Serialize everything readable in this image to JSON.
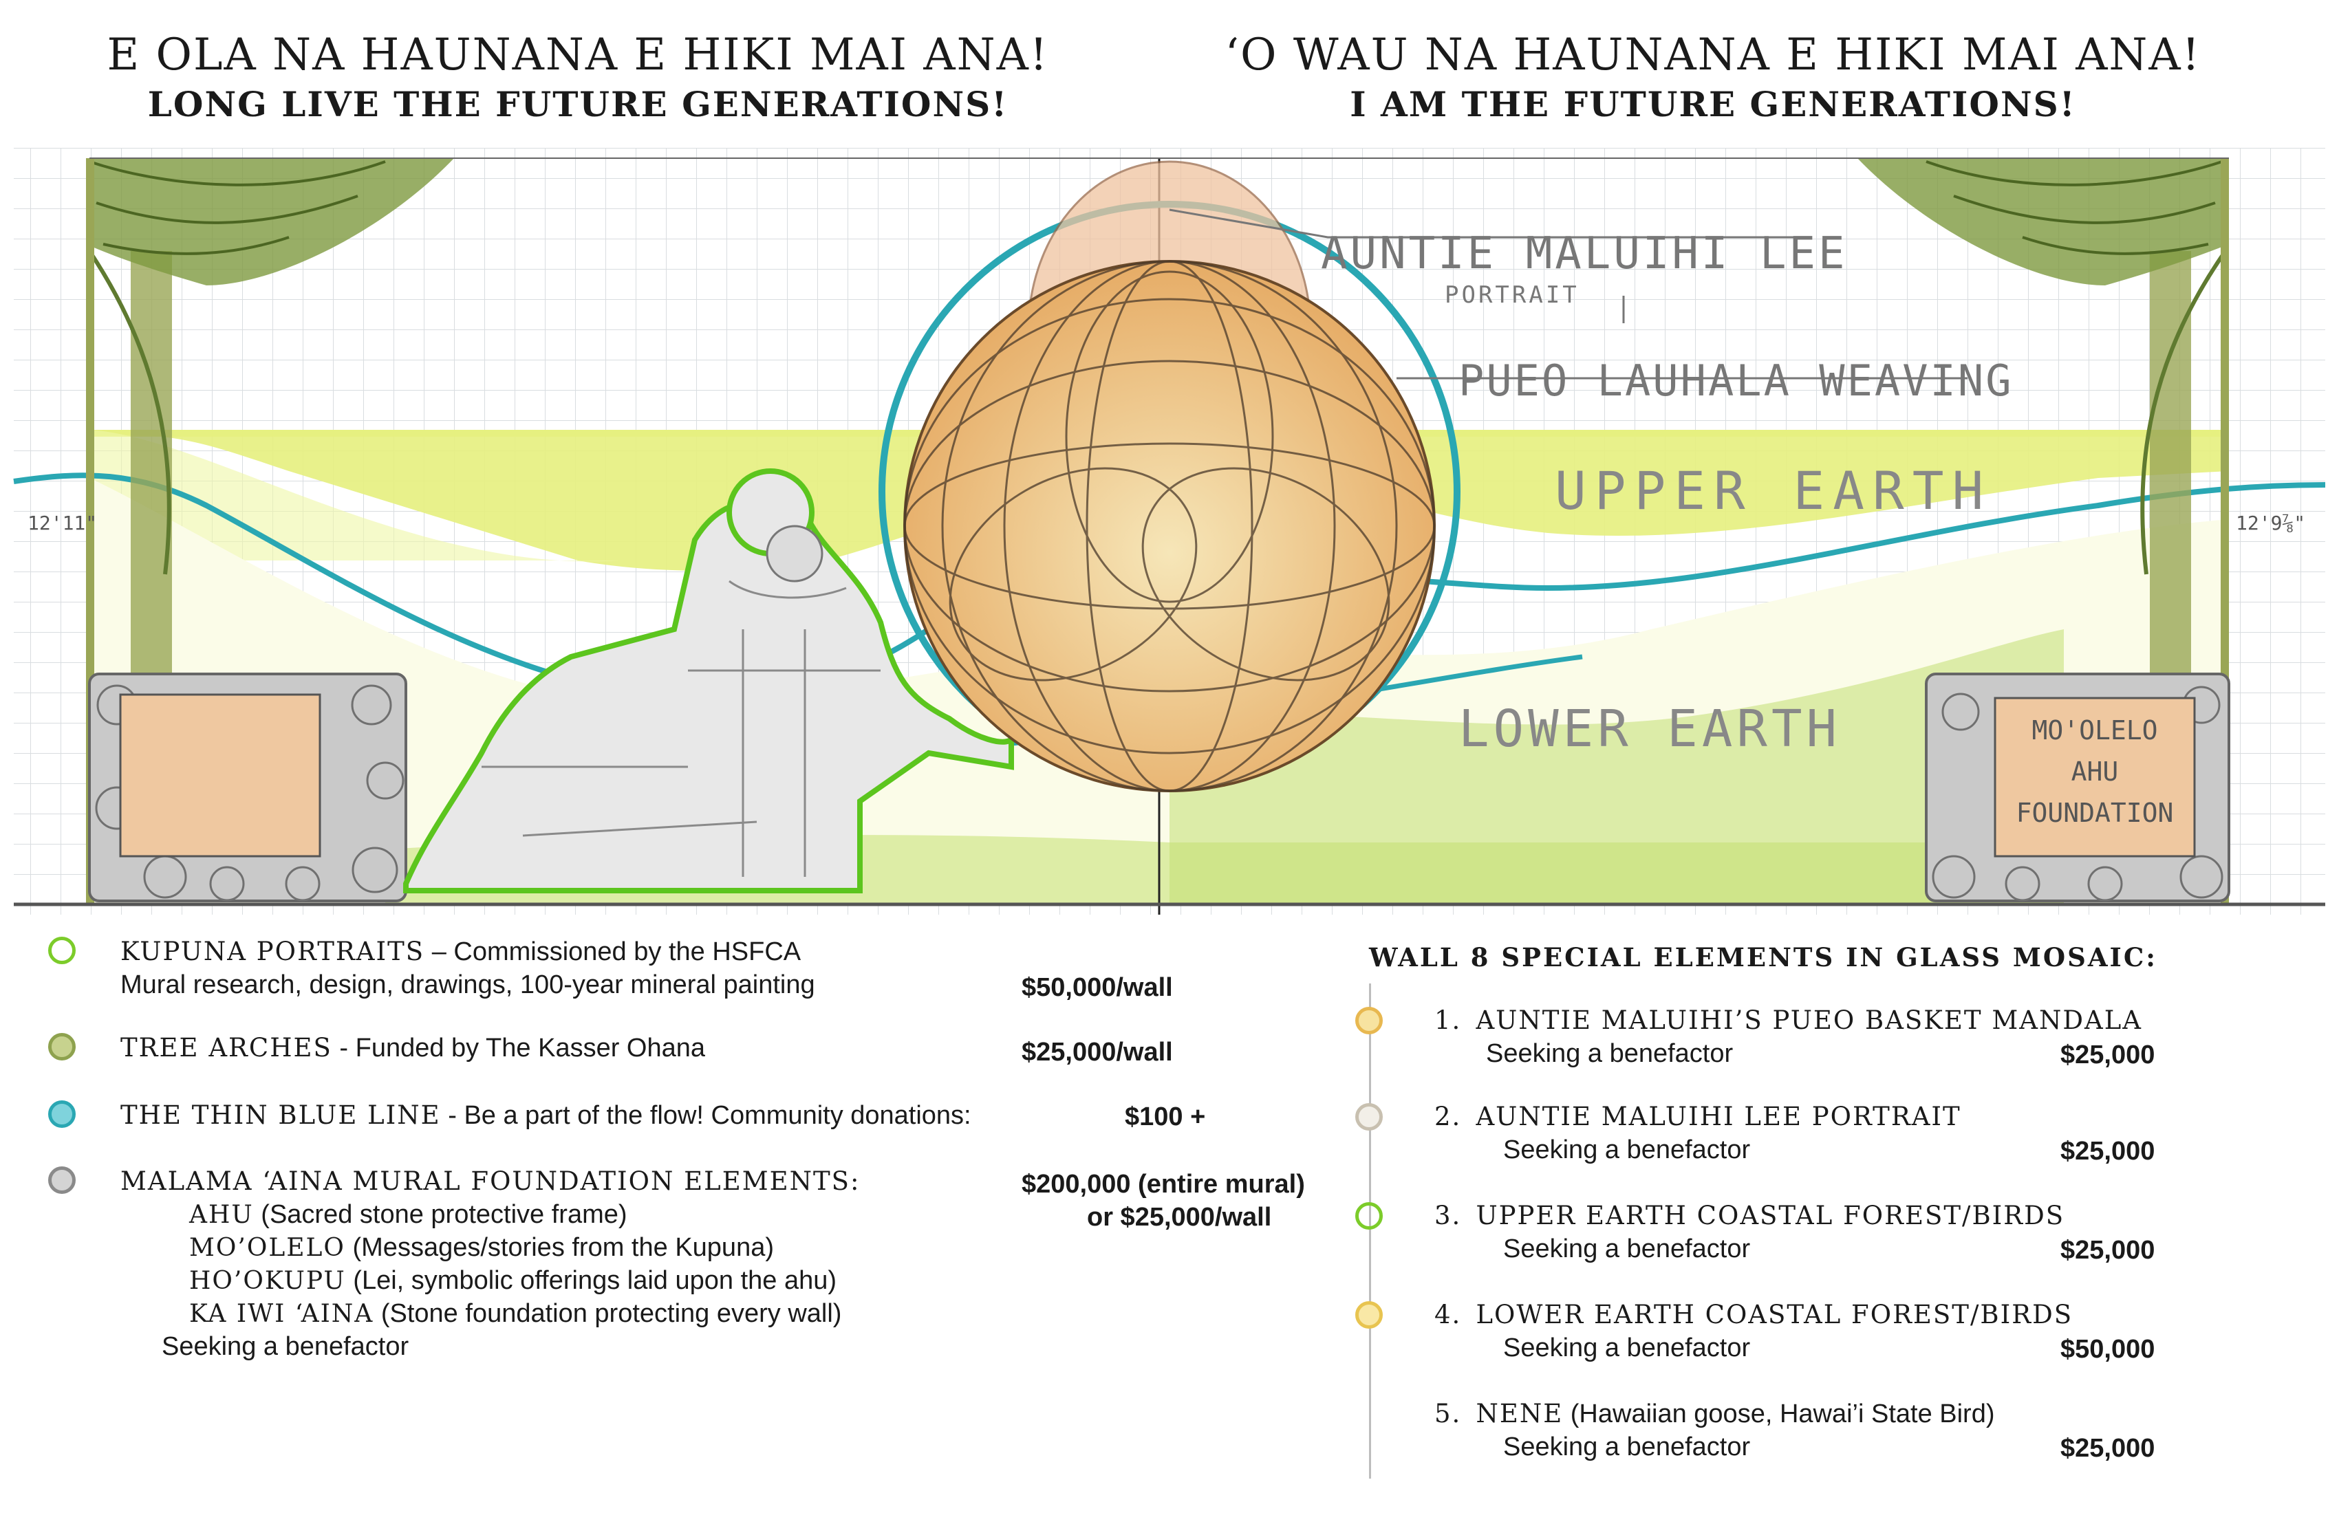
{
  "headings": {
    "left_main": "E OLA NA HAUNANA E HIKI MAI ANA!",
    "left_sub": "LONG LIVE THE FUTURE GENERATIONS!",
    "right_main": "‘O WAU NA HAUNANA E HIKI MAI ANA!",
    "right_sub": "I AM THE FUTURE GENERATIONS!"
  },
  "mural": {
    "labels": {
      "auntie": "AUNTIE MALUIHI LEE",
      "portrait": "PORTRAIT",
      "pueo": "PUEO LAUHALA WEAVING",
      "upper": "UPPER EARTH",
      "lower": "LOWER EARTH",
      "plaque_1": "MO'OLELO",
      "plaque_2": "AHU",
      "plaque_3": "FOUNDATION",
      "dim_left": "12'11\"",
      "dim_right": "12'9⅞\""
    },
    "colors": {
      "blue_line": "#2aa7b3",
      "upper_earth": "#e4ef7a",
      "lower_earth": "#b9d96a",
      "tree": "#8a9a4a",
      "stone": "#8c8c8c",
      "mandala": "#e9b06a",
      "figure_outline": "#5cc51e"
    }
  },
  "legend_left": {
    "kupuna": {
      "title": "KUPUNA PORTRAITS",
      "desc": " – Commissioned by the HSFCA",
      "line2": "Mural research, design, drawings, 100-year mineral painting",
      "price": "$50,000/wall",
      "dot": "#7ccc2a"
    },
    "tree": {
      "title": "TREE ARCHES",
      "desc": " - Funded by The Kasser Ohana",
      "price": "$25,000/wall",
      "dot": "#8ea24e"
    },
    "blue": {
      "title": "THE THIN BLUE LINE",
      "desc": " - Be a part of the flow!   Community donations:",
      "price": "$100 +",
      "dot": "#2aa7b3"
    },
    "malama": {
      "title": "MALAMA ‘AINA MURAL FOUNDATION ELEMENTS:",
      "price1": "$200,000 (entire mural)",
      "price2": "or $25,000/wall",
      "dot": "#8a8a8a",
      "items": [
        {
          "name": "AHU",
          "desc": " (Sacred stone protective frame)"
        },
        {
          "name": "MO’OLELO",
          "desc": " (Messages/stories from the Kupuna)"
        },
        {
          "name": "HO’OKUPU",
          "desc": " (Lei, symbolic offerings laid upon the ahu)"
        },
        {
          "name": "KA IWI ‘AINA",
          "desc": " (Stone foundation protecting every wall)"
        }
      ],
      "seeking": "Seeking a benefactor"
    }
  },
  "legend_right": {
    "title": "WALL 8  SPECIAL ELEMENTS IN GLASS MOSAIC:",
    "items": [
      {
        "num": "1.",
        "name": "AUNTIE MALUIHI’S PUEO BASKET MANDALA",
        "extra": "",
        "sub": "Seeking a benefactor",
        "price": "$25,000",
        "dot": "#f0c860"
      },
      {
        "num": "2.",
        "name": "AUNTIE MALUIHI LEE PORTRAIT",
        "extra": "",
        "sub": "Seeking a benefactor",
        "price": "$25,000",
        "dot": "#d8d2c4"
      },
      {
        "num": "3.",
        "name": "UPPER EARTH COASTAL FOREST/BIRDS",
        "extra": "",
        "sub": "Seeking a benefactor",
        "price": "$25,000",
        "dot": "#7ccc2a"
      },
      {
        "num": "4.",
        "name": "LOWER EARTH COASTAL FOREST/BIRDS",
        "extra": "",
        "sub": "Seeking a benefactor",
        "price": "$50,000",
        "dot": "#f2d36a"
      },
      {
        "num": "5.",
        "name": "NENE",
        "extra": " (Hawaiian goose, Hawai’i State Bird)",
        "sub": "Seeking a benefactor",
        "price": "$25,000",
        "dot": ""
      }
    ]
  }
}
